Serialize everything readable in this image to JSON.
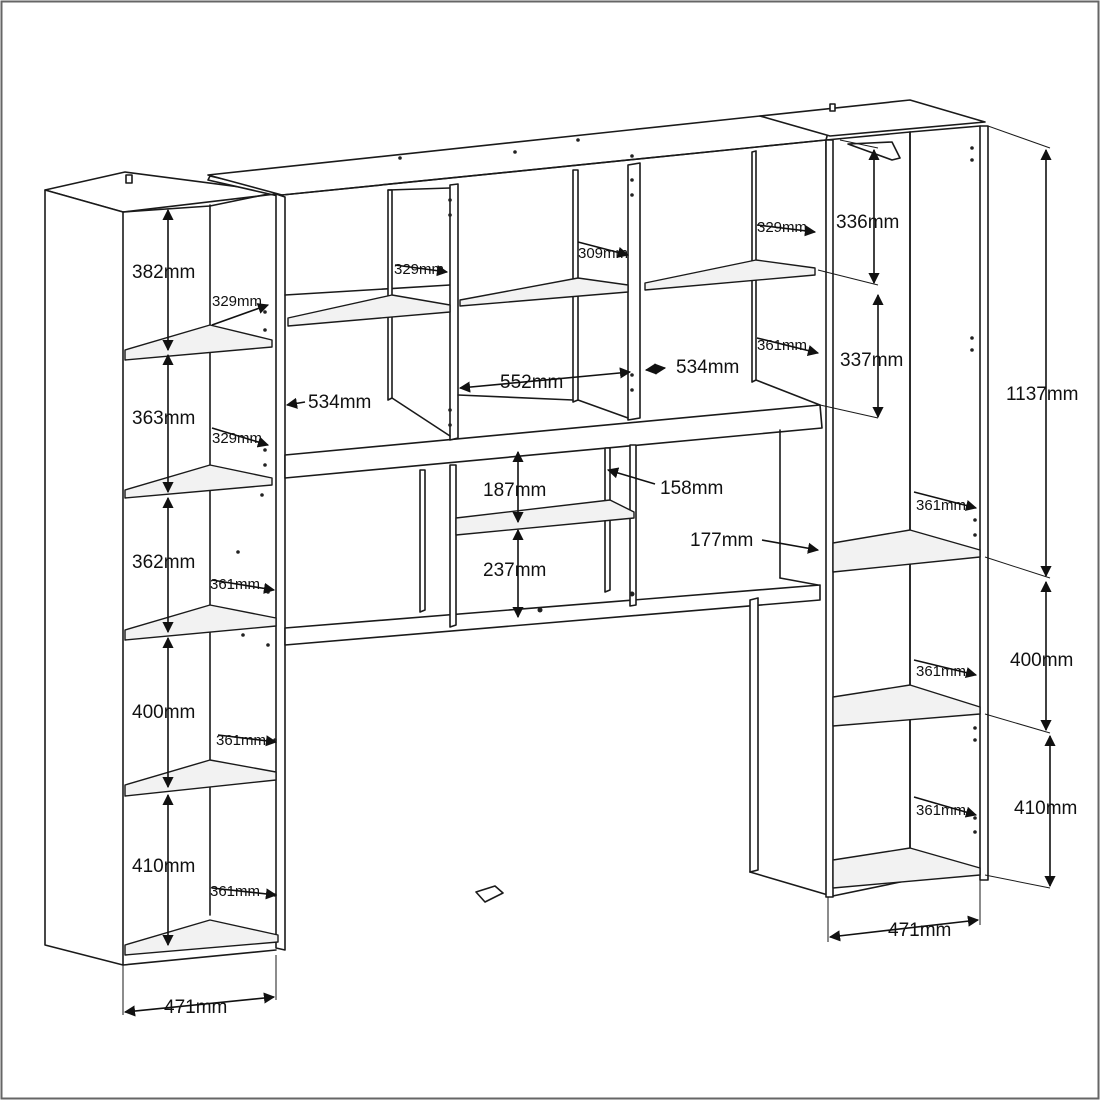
{
  "colors": {
    "line": "#1a1a1a",
    "background": "#ffffff",
    "frame": "#666666"
  },
  "dimensions": {
    "left_col_shelf_1": "382mm",
    "left_col_shelf_2": "363mm",
    "left_col_shelf_3": "362mm",
    "left_col_shelf_4": "400mm",
    "left_col_shelf_5": "410mm",
    "left_col_depth_1": "329mm",
    "left_col_depth_2": "329mm",
    "left_col_depth_3": "361mm",
    "left_col_depth_4": "361mm",
    "left_col_depth_5": "361mm",
    "left_col_width": "471mm",
    "bridge_left_width": "534mm",
    "bridge_center_width": "552mm",
    "bridge_right_width": "534mm",
    "bridge_left_depth": "329mm",
    "bridge_center_depth": "309mm",
    "bridge_right_upper_depth": "329mm",
    "bridge_right_lower_depth": "361mm",
    "bridge_upper_height": "336mm",
    "bridge_lower_height": "337mm",
    "niche_upper_height": "187mm",
    "niche_lower_height": "237mm",
    "niche_depth": "158mm",
    "right_niche_depth": "177mm",
    "right_col_total_height": "1137mm",
    "right_col_mid_height": "400mm",
    "right_col_bottom_height": "410mm",
    "right_col_depth_1": "361mm",
    "right_col_depth_2": "361mm",
    "right_col_depth_3": "361mm",
    "right_col_width": "471mm"
  }
}
